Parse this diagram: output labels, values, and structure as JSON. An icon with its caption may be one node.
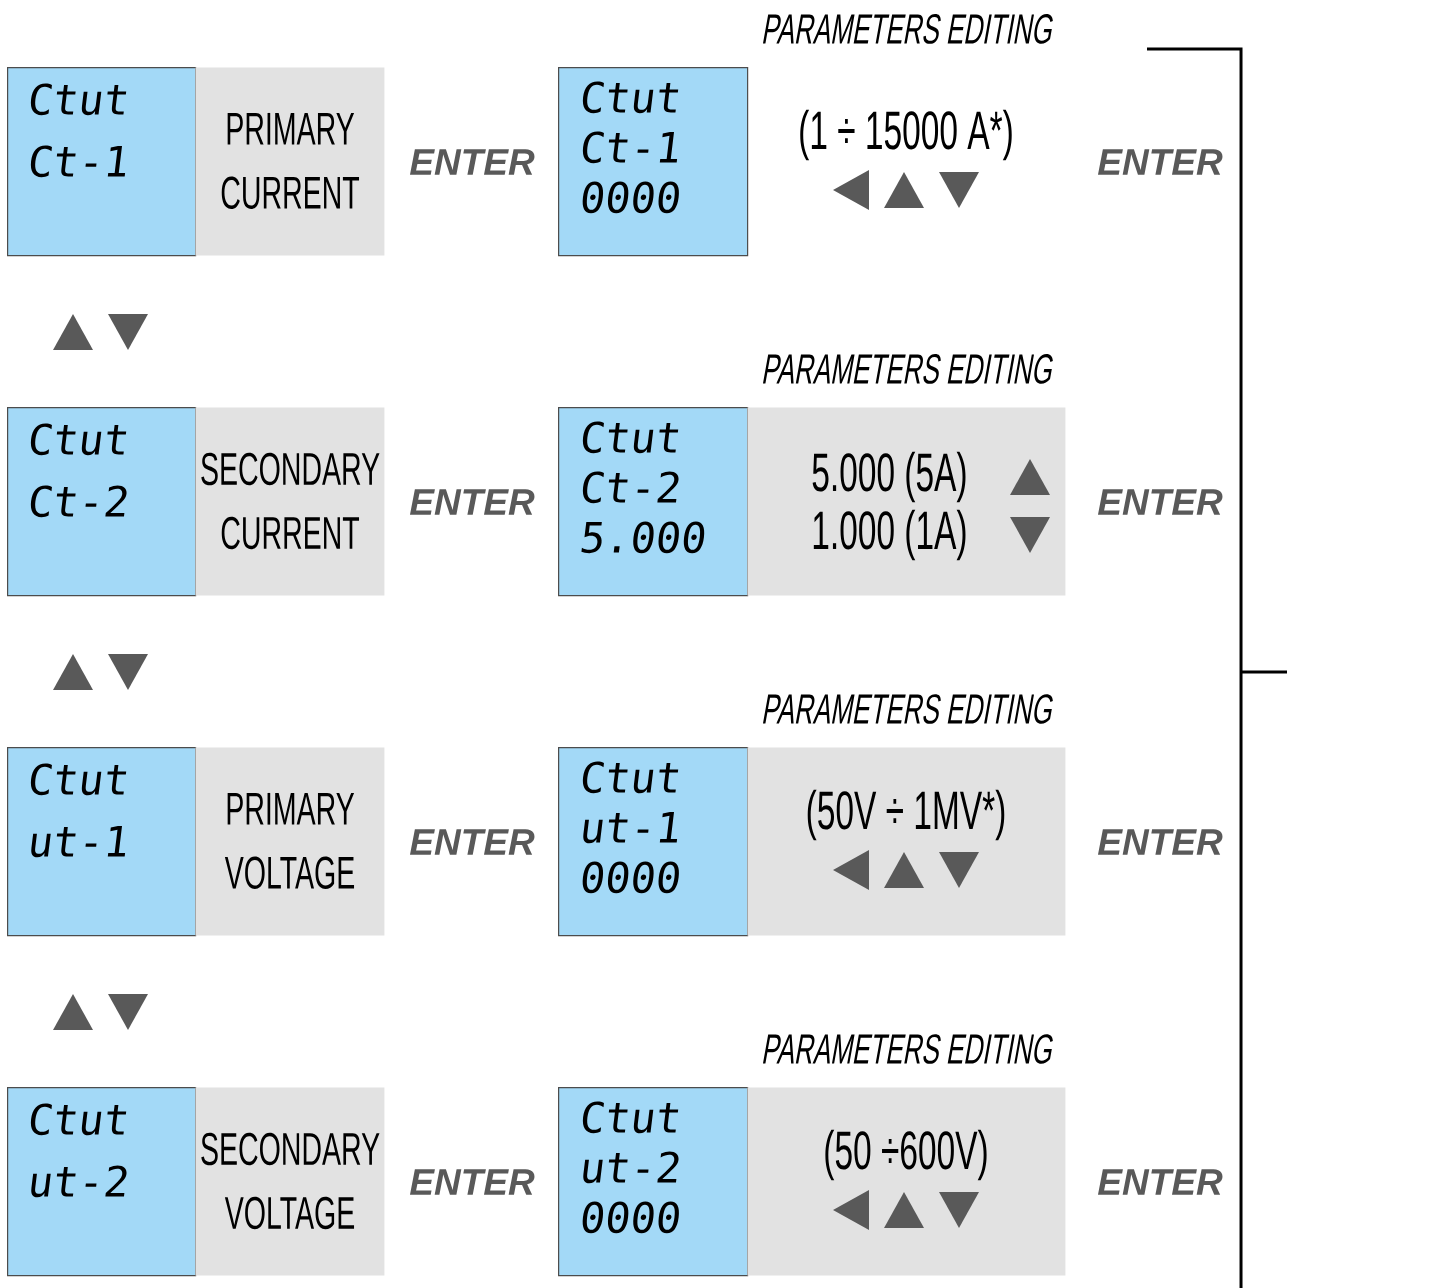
{
  "diagram": {
    "nodes": [
      {
        "text": [
          "Ctut",
          "Ct-1"
        ]
      },
      {
        "text": [
          "PRIMARY CURRENT"
        ]
      },
      {
        "text": [
          "Ctut",
          "Ct-1",
          "0000"
        ]
      },
      {
        "text": [
          "PARAMETERS EDITING",
          "(1 ÷ 15000 A*)"
        ]
      },
      {
        "text": [
          "Ctut",
          "Ct-2"
        ]
      },
      {
        "text": [
          "SECONDARY CURRENT"
        ]
      },
      {
        "text": [
          "Ctut",
          "Ct-2",
          "5.000"
        ]
      },
      {
        "text": [
          "PARAMETERS EDITING",
          "5.000 (5A)",
          "1.000 (1A)"
        ]
      },
      {
        "text": [
          "Ctut",
          "ut-1"
        ]
      },
      {
        "text": [
          "PRIMARY VOLTAGE"
        ]
      },
      {
        "text": [
          "Ctut",
          "ut-1",
          "0000"
        ]
      },
      {
        "text": [
          "PARAMETERS EDITING",
          "(50V ÷ 1MV*)"
        ]
      },
      {
        "text": [
          "Ctut",
          "ut-2"
        ]
      },
      {
        "text": [
          "SECONDARY VOLTAGE"
        ]
      },
      {
        "text": [
          "Ctut",
          "ut-2",
          "0000"
        ]
      },
      {
        "text": [
          "PARAMETERS EDITING",
          "(50 ÷600V)"
        ]
      }
    ],
    "labels": [
      "ENTER",
      "ENTER",
      "ENTER",
      "ENTER",
      "ENTER",
      "ENTER",
      "ENTER",
      "ENTER"
    ]
  }
}
